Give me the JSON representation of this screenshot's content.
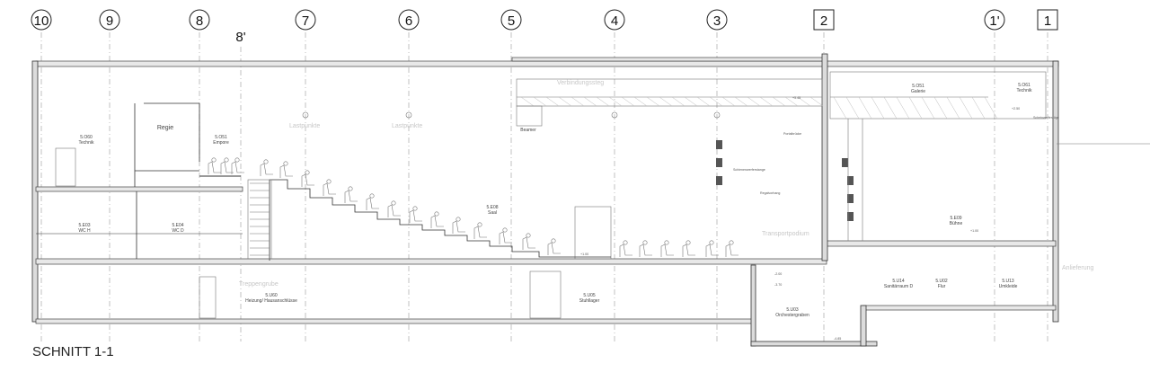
{
  "drawing": {
    "title": "SCHNITT 1-1",
    "axes": [
      {
        "id": "ax-10",
        "label": "10",
        "shape": "circle"
      },
      {
        "id": "ax-9",
        "label": "9",
        "shape": "circle"
      },
      {
        "id": "ax-8",
        "label": "8",
        "shape": "circle"
      },
      {
        "id": "ax-8p",
        "label": "8'",
        "shape": "none"
      },
      {
        "id": "ax-7",
        "label": "7",
        "shape": "circle"
      },
      {
        "id": "ax-6",
        "label": "6",
        "shape": "circle"
      },
      {
        "id": "ax-5",
        "label": "5",
        "shape": "circle"
      },
      {
        "id": "ax-4",
        "label": "4",
        "shape": "circle"
      },
      {
        "id": "ax-3",
        "label": "3",
        "shape": "circle"
      },
      {
        "id": "ax-2",
        "label": "2",
        "shape": "square"
      },
      {
        "id": "ax-1p",
        "label": "1'",
        "shape": "circle"
      },
      {
        "id": "ax-1",
        "label": "1",
        "shape": "square"
      }
    ],
    "rooms": [
      {
        "id": "r-technik-left",
        "no": "5.O60",
        "name": "Technik"
      },
      {
        "id": "r-regie",
        "no": "",
        "name": "Regie"
      },
      {
        "id": "r-empore",
        "no": "5.O51",
        "name": "Empore"
      },
      {
        "id": "r-wc-h",
        "no": "5.E03",
        "name": "WC H"
      },
      {
        "id": "r-wc-d",
        "no": "5.E04",
        "name": "WC D"
      },
      {
        "id": "r-saal",
        "no": "5.E08",
        "name": "Saal"
      },
      {
        "id": "r-verbindungssteg",
        "no": "",
        "name": "Verbindungssteg"
      },
      {
        "id": "r-beamer",
        "no": "",
        "name": "Beamer"
      },
      {
        "id": "r-galerie",
        "no": "5.O51",
        "name": "Galerie"
      },
      {
        "id": "r-technik-right",
        "no": "5.O61",
        "name": "Technik"
      },
      {
        "id": "r-buehne",
        "no": "5.E09",
        "name": "Bühne"
      },
      {
        "id": "r-heizung",
        "no": "5.U60",
        "name": "Heizung/ Hausanschlüsse"
      },
      {
        "id": "r-stuhllager",
        "no": "5.U05",
        "name": "Stuhllager"
      },
      {
        "id": "r-orchestergraben",
        "no": "5.U03",
        "name": "Orchestergraben"
      },
      {
        "id": "r-sanitaer",
        "no": "5.U14",
        "name": "Sanitärraum D"
      },
      {
        "id": "r-flur",
        "no": "5.U02",
        "name": "Flur"
      },
      {
        "id": "r-umkleide",
        "no": "5.U13",
        "name": "Umkleide"
      }
    ],
    "labels": {
      "lastpunkte_1": "Lastpunkte",
      "lastpunkte_2": "Lastpunkte",
      "transportpodium": "Transportpodium",
      "anlieferung": "Anlieferung",
      "treppenbuehne": "Treppengrube",
      "schienen": "Schienenwerferstange",
      "vorhang": "Regalvorhang",
      "portalbruecke": "Portalbrücke",
      "beleuchtung": "Scheinwerferzüge"
    },
    "level_marks": [
      "+5.45",
      "+2.50",
      "+1.00",
      "-2.00",
      "-3.70",
      "-4.85",
      "+1.00"
    ]
  }
}
